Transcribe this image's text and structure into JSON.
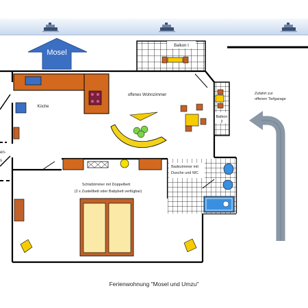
{
  "labels": {
    "mosel_arrow": "Mosel",
    "kitchen": "Küche",
    "living_room": "offenes Wohnzimmer",
    "balcony_1": "Balkon I",
    "balcony_2_line1": "Balkon",
    "balcony_2_line2": "2",
    "driveway_line1": "Zufahrt zur",
    "driveway_line2": "offenen Tiefgarage",
    "bathroom_line1": "Badezimmer mit",
    "bathroom_line2": "Dusche und WC",
    "bedroom_line1": "Schlafzimmer mit Doppelbett",
    "bedroom_line2": "(2 x Zustellbett oder Babybett verfügbar)",
    "edge_fragment": "en-",
    "edge_fragment_2": "s"
  },
  "caption": "Ferienwohnung \"Mosel und Umzu\"",
  "colors": {
    "header_band": "#d8e6f5",
    "mosel_arrow": "#3a6fc4",
    "counter": "#d2691e",
    "sofa": "#f2d21a",
    "furniture_yellow": "#f5cc00",
    "bed_frame": "#c0622a",
    "bed_mattress": "#fbeaa7",
    "wall": "#000000",
    "drive_arrow": "#8a97a6",
    "bath_blue": "#3a8fe0",
    "plant_green": "#7cd44a"
  },
  "icons": [
    "ship-icon",
    "ship-icon",
    "ship-icon"
  ]
}
